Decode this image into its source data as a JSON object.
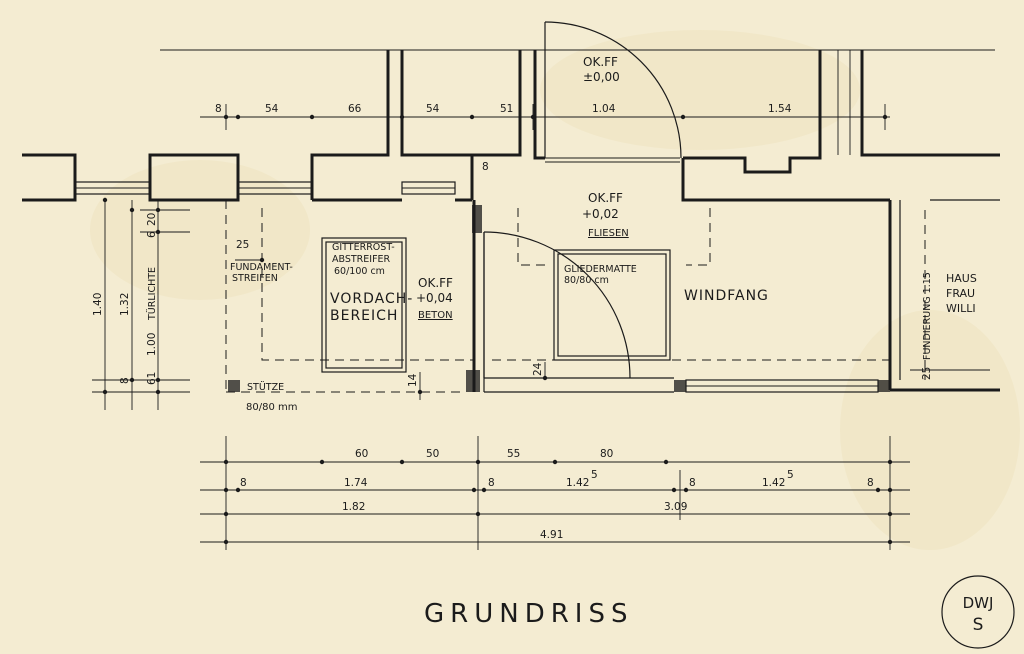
{
  "title": "GRUNDRISS",
  "stamp": {
    "line1": "DWJ",
    "line2": "S"
  },
  "rooms": {
    "entry_level": {
      "label": "OK.FF",
      "value": "±0,00"
    },
    "windfang_level": {
      "label": "OK.FF",
      "value": "+0,02",
      "material": "FLIESEN"
    },
    "vordach_level": {
      "label": "OK.FF",
      "value": "+0,04",
      "material": "BETON"
    },
    "vordach_name": {
      "line1": "VORDACH-",
      "line2": "BEREICH"
    },
    "windfang_name": "WINDFANG",
    "gitterrost": {
      "line1": "GITTERROST-",
      "line2": "ABSTREIFER",
      "line3": "60/100 cm"
    },
    "gliedermatte": {
      "line1": "GLIEDERMATTE",
      "line2": "80/80 cm"
    },
    "fundament": {
      "line1": "FUNDAMENT-",
      "line2": "STREIFEN"
    },
    "stuetze": {
      "line1": "STÜTZE",
      "line2": "80/80 mm"
    },
    "fundierung": "FUNDIERUNG 1.15",
    "haus": {
      "line1": "HAUS",
      "line2": "FRAU",
      "line3": "WILLI"
    },
    "tuerlichte": "TÜRLICHTE"
  },
  "dimensions": {
    "top": [
      "8",
      "54",
      "66",
      "54",
      "51",
      "1.04",
      "1.54"
    ],
    "small_8": "8",
    "side_25": "25",
    "windfang_24": "24",
    "stuetze_14": "14",
    "fundierung_25": "25",
    "left_vertical": [
      "1.40",
      "1.32",
      "20",
      "1.00",
      "8",
      "6",
      "61"
    ],
    "bottom_row1": [
      "60",
      "50",
      "55",
      "80"
    ],
    "bottom_row2": [
      "8",
      "1.74",
      "8",
      "1.42",
      "5",
      "8",
      "1.42",
      "5",
      "8"
    ],
    "bottom_row3": [
      "1.82",
      "3.09"
    ],
    "bottom_row4": [
      "4.91"
    ]
  }
}
